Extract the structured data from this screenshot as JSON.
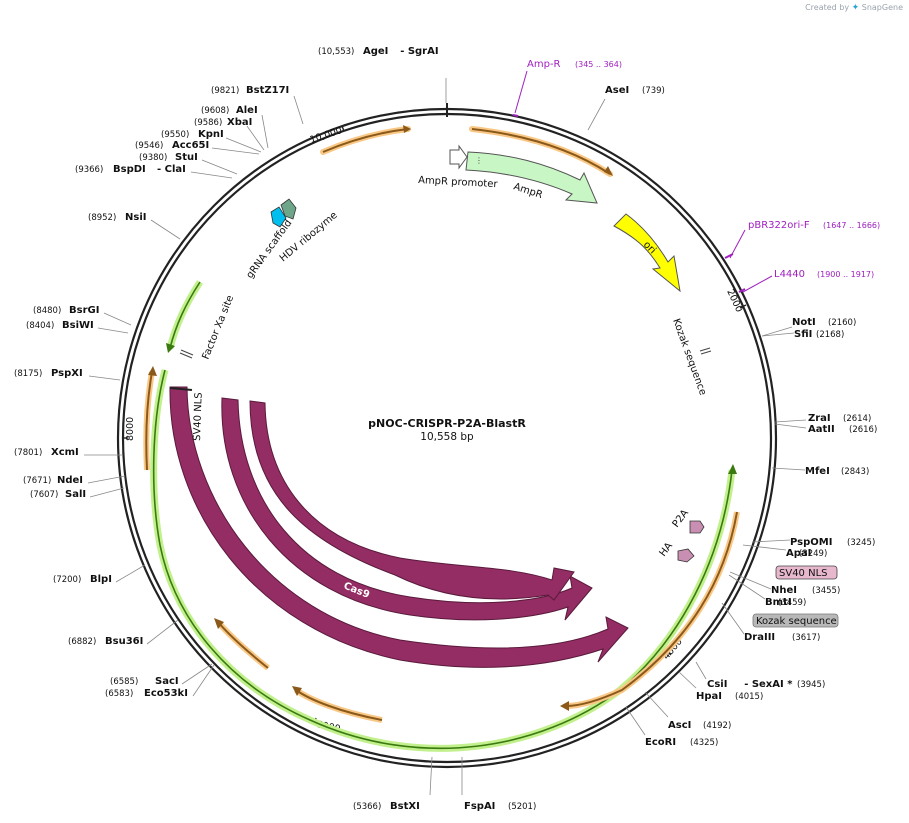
{
  "branding": {
    "created_by": "Created by",
    "product": "SnapGene"
  },
  "plasmid": {
    "name": "pNOC-CRISPR-P2A-BlastR",
    "length_label": "10,558 bp",
    "length": 10558
  },
  "ticks": [
    {
      "label": "10,000",
      "pos": 10000
    },
    {
      "label": "2000",
      "pos": 2000
    },
    {
      "label": "4000",
      "pos": 4000
    },
    {
      "label": "6000",
      "pos": 6000
    },
    {
      "label": "8000",
      "pos": 8000
    }
  ],
  "sites": [
    {
      "name": "AgeI",
      "pos": "(10,553)",
      "extra": "SgrAI"
    },
    {
      "name": "BstZ17I",
      "pos": "(9821)"
    },
    {
      "name": "AleI",
      "pos": "(9608)"
    },
    {
      "name": "XbaI",
      "pos": "(9586)"
    },
    {
      "name": "KpnI",
      "pos": "(9550)"
    },
    {
      "name": "Acc65I",
      "pos": "(9546)"
    },
    {
      "name": "StuI",
      "pos": "(9380)"
    },
    {
      "name": "BspDI",
      "pos": "(9366)",
      "extra": "ClaI"
    },
    {
      "name": "NsiI",
      "pos": "(8952)"
    },
    {
      "name": "BsrGI",
      "pos": "(8480)"
    },
    {
      "name": "BsiWI",
      "pos": "(8404)"
    },
    {
      "name": "PspXI",
      "pos": "(8175)"
    },
    {
      "name": "XcmI",
      "pos": "(7801)"
    },
    {
      "name": "NdeI",
      "pos": "(7671)"
    },
    {
      "name": "SalI",
      "pos": "(7607)"
    },
    {
      "name": "BlpI",
      "pos": "(7200)"
    },
    {
      "name": "Bsu36I",
      "pos": "(6882)"
    },
    {
      "name": "SacI",
      "pos": "(6585)"
    },
    {
      "name": "Eco53kI",
      "pos": "(6583)"
    },
    {
      "name": "BstXI",
      "pos": "(5366)"
    },
    {
      "name": "FspAI",
      "pos": "(5201)"
    },
    {
      "name": "EcoRI",
      "pos": "(4325)"
    },
    {
      "name": "AscI",
      "pos": "(4192)"
    },
    {
      "name": "HpaI",
      "pos": "(4015)"
    },
    {
      "name": "CsiI",
      "pos": "(3945)",
      "extra": "SexAI *"
    },
    {
      "name": "DraIII",
      "pos": "(3617)"
    },
    {
      "name": "BmtI",
      "pos": "(3459)"
    },
    {
      "name": "NheI",
      "pos": "(3455)"
    },
    {
      "name": "ApaI",
      "pos": "(3249)"
    },
    {
      "name": "PspOMI",
      "pos": "(3245)"
    },
    {
      "name": "MfeI",
      "pos": "(2843)"
    },
    {
      "name": "AatII",
      "pos": "(2616)"
    },
    {
      "name": "ZraI",
      "pos": "(2614)"
    },
    {
      "name": "SfiI",
      "pos": "(2168)"
    },
    {
      "name": "NotI",
      "pos": "(2160)"
    },
    {
      "name": "AseI",
      "pos": "(739)"
    }
  ],
  "primers": [
    {
      "name": "Amp-R",
      "range": "(345 .. 364)"
    },
    {
      "name": "pBR322ori-F",
      "range": "(1647 .. 1666)"
    },
    {
      "name": "L4440",
      "range": "(1900 .. 1917)"
    }
  ],
  "features": [
    {
      "name": "AmpR promoter"
    },
    {
      "name": "AmpR"
    },
    {
      "name": "ori"
    },
    {
      "name": "Kozak sequence"
    },
    {
      "name": "P2A"
    },
    {
      "name": "HA"
    },
    {
      "name": "SV40 NLS"
    },
    {
      "name": "Cas9"
    },
    {
      "name": "Factor Xa site"
    },
    {
      "name": "gRNA scaffold"
    },
    {
      "name": "HDV ribozyme"
    }
  ],
  "callouts": {
    "sv40_nls": "SV40 NLS",
    "kozak": "Kozak sequence"
  },
  "colors": {
    "backbone": "#222222",
    "cas9": "#932d63",
    "cas9_stroke": "#5a1a3c",
    "ampr": "#c8f7c5",
    "ori": "#ffff00",
    "primer": "#a020c0",
    "orange_arrow": "#8b5a1a",
    "orange_glow": "#f9c886",
    "green_line": "#3a7a10",
    "green_glow": "#c2f08c",
    "p2a": "#c98fb3",
    "gRNA": "#00bfef",
    "hdv": "#6ea68a"
  }
}
